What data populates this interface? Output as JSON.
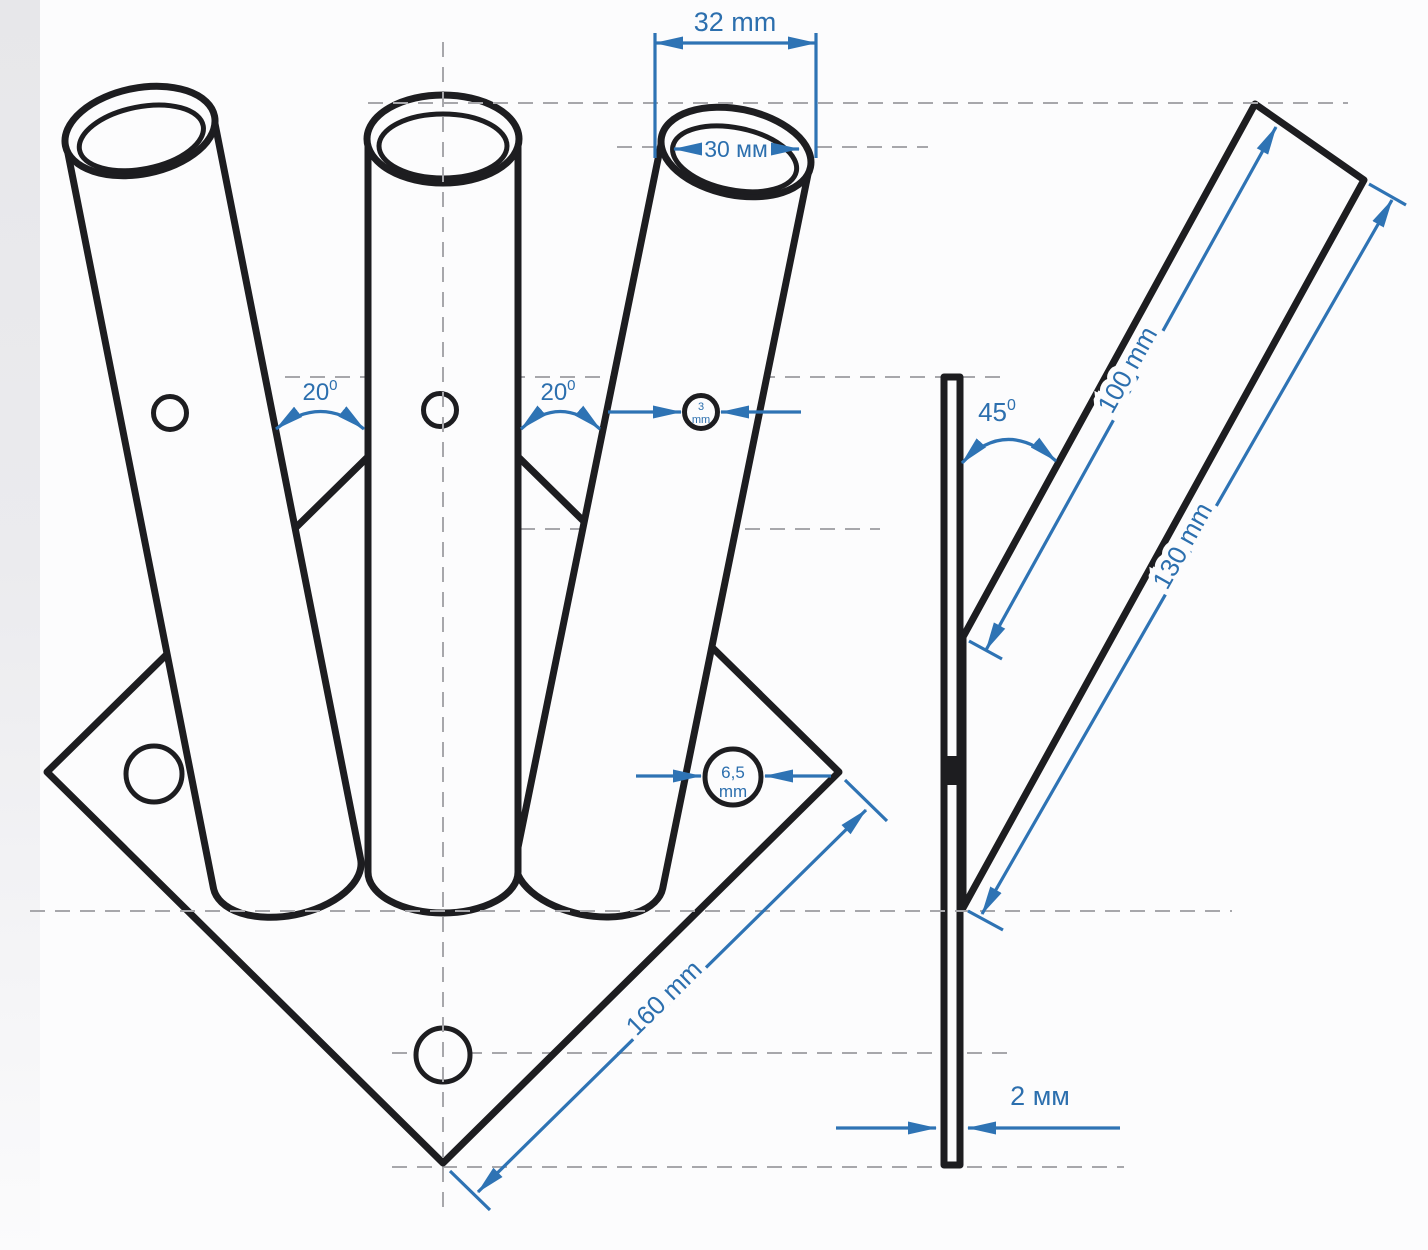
{
  "drawing": {
    "type": "technical-drawing",
    "subject": "three-tube flag bracket with diamond base plate, front and side views",
    "front_view": {
      "dim_tube_outer_width": "32 mm",
      "dim_tube_inner_width": "30 мм",
      "angle_left_tube": {
        "value": "20",
        "sup": "0"
      },
      "angle_right_tube": {
        "value": "20",
        "sup": "0"
      },
      "tube_hole_label": {
        "line1": "3",
        "line2": "mm"
      },
      "plate_hole_label": {
        "line1": "6,5",
        "line2": "mm"
      },
      "dim_plate_edge": "160 mm"
    },
    "side_view": {
      "angle_tube": {
        "value": "45",
        "sup": "0"
      },
      "dim_tube_front_edge": "100 mm",
      "dim_tube_back_edge": "130 mm",
      "dim_plate_thickness": "2 мм"
    },
    "colors": {
      "accent_blue": "#2e73b4",
      "line_black": "#1d1d20",
      "reference_dash_gray": "#a7a7ab",
      "background": "#fcfcfd",
      "left_strip_gray": "#e8e8eb"
    }
  }
}
